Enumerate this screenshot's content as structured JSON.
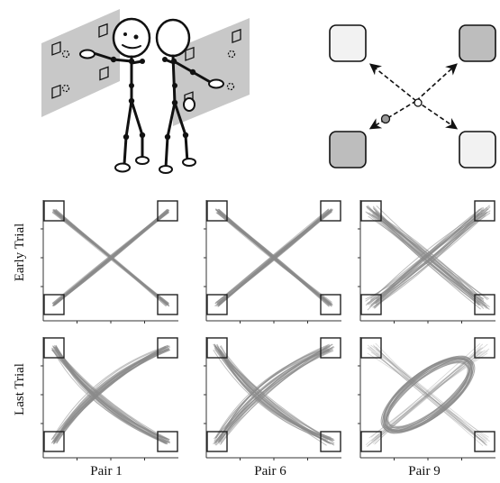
{
  "row_labels": [
    "Early Trial",
    "Last Trial"
  ],
  "column_labels": [
    "Pair 1",
    "Pair 6",
    "Pair 9"
  ],
  "target_corners": [
    "top-left",
    "top-right",
    "bottom-left",
    "bottom-right"
  ],
  "target_colors": {
    "light": "#f2f2f2",
    "dark": "#bdbdbd"
  },
  "trajectory_color": "#8a8a8a",
  "panels": [
    {
      "row": 0,
      "col": 0,
      "pattern": "cross",
      "spread": 0.2
    },
    {
      "row": 0,
      "col": 1,
      "pattern": "cross",
      "spread": 0.25
    },
    {
      "row": 0,
      "col": 2,
      "pattern": "cross",
      "spread": 0.65
    },
    {
      "row": 1,
      "col": 0,
      "pattern": "curved-cross",
      "spread": 0.3
    },
    {
      "row": 1,
      "col": 1,
      "pattern": "curved-cross",
      "spread": 0.45
    },
    {
      "row": 1,
      "col": 2,
      "pattern": "ellipse",
      "spread": 0.6
    }
  ]
}
